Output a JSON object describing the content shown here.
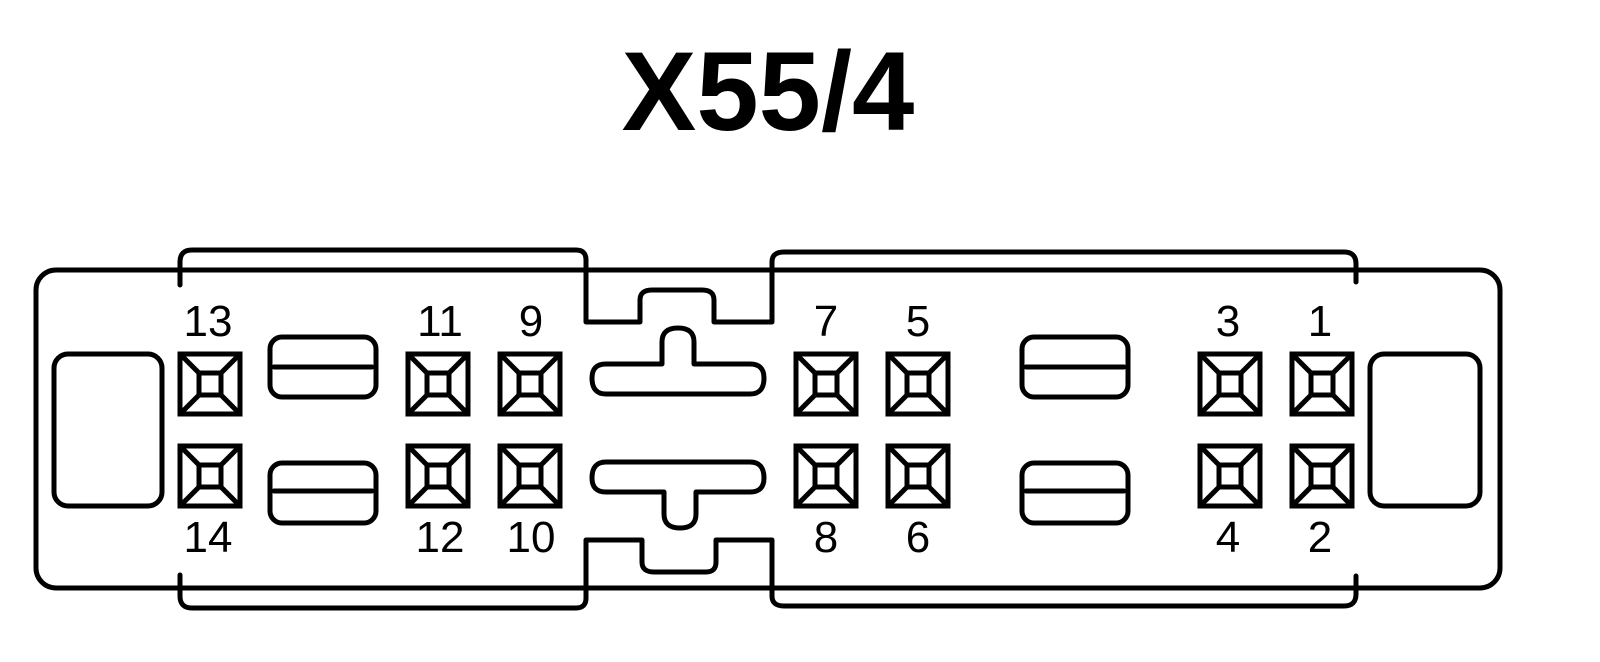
{
  "diagram": {
    "title": "X55/4",
    "stroke_color": "#000000",
    "background_color": "#ffffff",
    "pins": {
      "p1": "1",
      "p2": "2",
      "p3": "3",
      "p4": "4",
      "p5": "5",
      "p6": "6",
      "p7": "7",
      "p8": "8",
      "p9": "9",
      "p10": "10",
      "p11": "11",
      "p12": "12",
      "p13": "13",
      "p14": "14"
    }
  }
}
